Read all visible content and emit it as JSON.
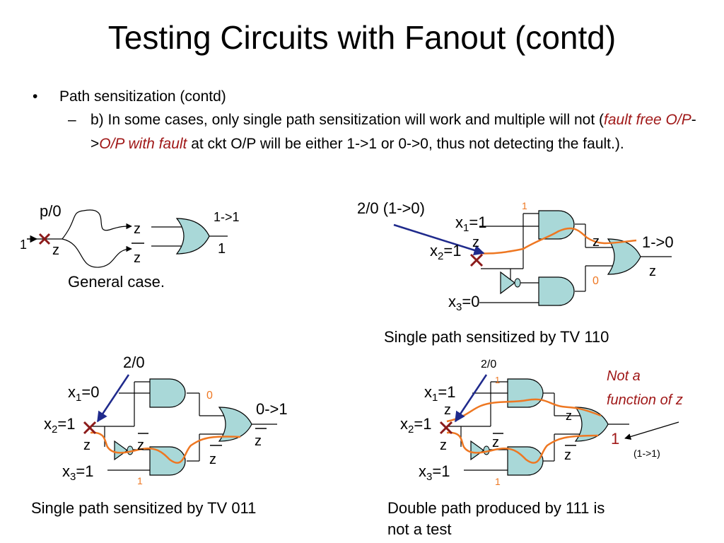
{
  "title": "Testing Circuits with Fanout (contd)",
  "bullets": {
    "level1": "Path sensitization (contd)",
    "level2": {
      "part1": "b) In some cases, only single path sensitization will work and multiple will not (",
      "italic1": "fault free O/P",
      "arrow": "->",
      "italic2": "O/P with fault",
      "part2": " at ckt O/P will be either 1->1 or 0->0, thus not detecting the fault.)."
    }
  },
  "colors": {
    "gate_fill": "#a9d8d8",
    "path": "#ee7722",
    "fault": "#8b1a1a",
    "arrow": "#1f2a8c",
    "note": "#a01818"
  },
  "general": {
    "fault": "p/0",
    "input": "1",
    "z": "z",
    "zbar": "z",
    "out_top": "1->1",
    "out_val": "1",
    "caption": "General case."
  },
  "tv110": {
    "fault": "2/0 (1->0)",
    "x1": "x",
    "x1_sub": "1",
    "x1_val": "=1",
    "x2": "x",
    "x2_sub": "2",
    "x2_val": "=1",
    "x3": "x",
    "x3_sub": "3",
    "x3_val": "=0",
    "z_in": "z",
    "z_mid": "z",
    "out": "1->0",
    "z_out": "z",
    "val_top": "1",
    "val_bottom": "0",
    "caption": "Single path sensitized by TV 110"
  },
  "tv011": {
    "fault": "2/0",
    "x1": "x",
    "x1_sub": "1",
    "x1_val": "=0",
    "x2": "x",
    "x2_sub": "2",
    "x2_val": "=1",
    "x3": "x",
    "x3_sub": "3",
    "x3_val": "=1",
    "z_in": "z",
    "zbar_inv": "z",
    "zbar_bottom": "z",
    "zbar_out": "z",
    "out": "0->1",
    "val_top": "0",
    "val_bottom": "1",
    "caption": "Single path sensitized by TV 011"
  },
  "tv111": {
    "fault": "2/0",
    "x1": "x",
    "x1_sub": "1",
    "x1_val": "=1",
    "x2": "x",
    "x2_sub": "2",
    "x2_val": "=1",
    "x3": "x",
    "x3_sub": "3",
    "x3_val": "=1",
    "z_in": "z",
    "z_in2": "z",
    "z_top": "z",
    "zbar_inv": "z",
    "zbar_bottom": "z",
    "val_top": "1",
    "val_bottom": "1",
    "out": "1",
    "note_line1": "Not a",
    "note_line2": "function of z",
    "note_sub": "(1->1)",
    "caption_line1": "Double path produced by 111 is",
    "caption_line2": "not a test"
  }
}
